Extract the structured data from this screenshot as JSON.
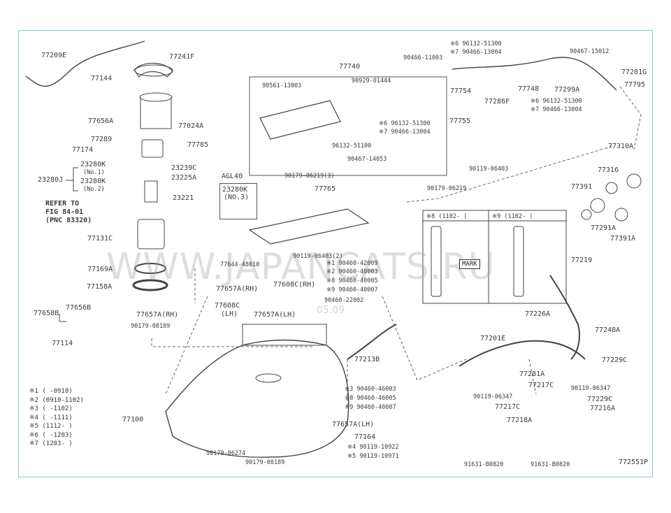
{
  "diagram_code": "772551P",
  "watermark": "WWW.JAPANCATS.RU",
  "watermark_date": "05.09",
  "refer_note": [
    "REFER TO",
    "FIG 84-01",
    "(PNC 83320)"
  ],
  "agl_label": "AGL40",
  "box_23280k": [
    "23280K",
    "(NO.3)"
  ],
  "labels": {
    "p77209e": "77209E",
    "p77241f": "77241F",
    "p77144": "77144",
    "p77656a": "77656A",
    "p77024a": "77024A",
    "p77289": "77289",
    "p77785": "77785",
    "p77174": "77174",
    "p23280k1": "23280K",
    "no1": "(No.1)",
    "p23280j": "23280J",
    "p23280k2": "23280K",
    "no2": "(No.2)",
    "p23239c": "23239C",
    "p23225a": "23225A",
    "p23221": "23221",
    "p77131c": "77131C",
    "p77169a": "77169A",
    "p77158a": "77158A",
    "p77656b": "77656B",
    "p77658b": "77658B",
    "p77114": "77114",
    "p77100": "77100",
    "p77740": "77740",
    "p90561": "90561-13003",
    "p90929": "90929-01444",
    "p96132a": "※6 96132-51300",
    "p90466a": "※7 90466-13004",
    "p96132b": "96132-51100",
    "p90467a": "90467-14053",
    "p90179a": "90179-06219(3)",
    "p77765": "77765",
    "p90119a": "90119-06403(2)",
    "p77644": "77644-48010",
    "p90460a": "※1 90460-42009",
    "p90460b": "※2 90460-40003",
    "p90460c": "※8 90460-40005",
    "p90460d": "※9 90460-40007",
    "p77657a_rh": "77657A(RH)",
    "p77608c_rh": "77608C(RH)",
    "p77608c_lh": "77608C",
    "lh1": "(LH)",
    "p77657a_rh2": "77657A(RH)",
    "p77657a_lh": "77657A(LH)",
    "p90179b": "90179-08189",
    "p90460e": "90460-22002",
    "p77213b": "77213B",
    "p90460f": "※3 90460-46003",
    "p90460g": "※8 90460-46005",
    "p90460h": "※9 90460-40007",
    "p77657a_lh2": "77657A(LH)",
    "p77164": "77164",
    "p90119b": "※4 90119-10922",
    "p90119c": "※5 90119-10971",
    "p90179c": "90179-06274",
    "p90179d": "90179-08189",
    "p90466b": "90466-11003",
    "p96132c": "※6 96132-51300",
    "p90466c": "※7 90466-13004",
    "p77754": "77754",
    "p77286f": "77286F",
    "p77748": "77748",
    "p90467b": "90467-15012",
    "p77281g": "77281G",
    "p77299a": "77299A",
    "p77795": "77795",
    "p96132d": "※6 96132-51300",
    "p90466d": "※7 90466-13004",
    "p77755": "77755",
    "p90119d": "90119-06403",
    "p90179e": "90179-06219",
    "p77310a": "77310A",
    "p77316": "77316",
    "p77391": "77391",
    "p77291a": "77291A",
    "p77391a": "77391A",
    "p77219": "77219",
    "p77226a": "77226A",
    "p77248a": "77248A",
    "p77201e": "77201E",
    "p77229c1": "77229C",
    "p77281a": "77281A",
    "p77217c1": "77217C",
    "p90119e": "90119-06347",
    "p90119f": "90119-06347",
    "p77229c2": "77229C",
    "p77217c2": "77217C",
    "p77216a": "77216A",
    "p77218a": "77218A",
    "p91631a": "91631-B0820",
    "p91631b": "91631-B0820"
  },
  "inset_s": "※8 (1102-       )",
  "inset_9": "※9 (1102-       )",
  "inset_mark": "MARK",
  "legend": [
    "※1 (      -0910)",
    "※2 (0910-1102)",
    "※3 (      -1102)",
    "※4 (      -1111)",
    "※5 (1112-      )",
    "※6 (      -1203)",
    "※7 (1203-      )"
  ]
}
